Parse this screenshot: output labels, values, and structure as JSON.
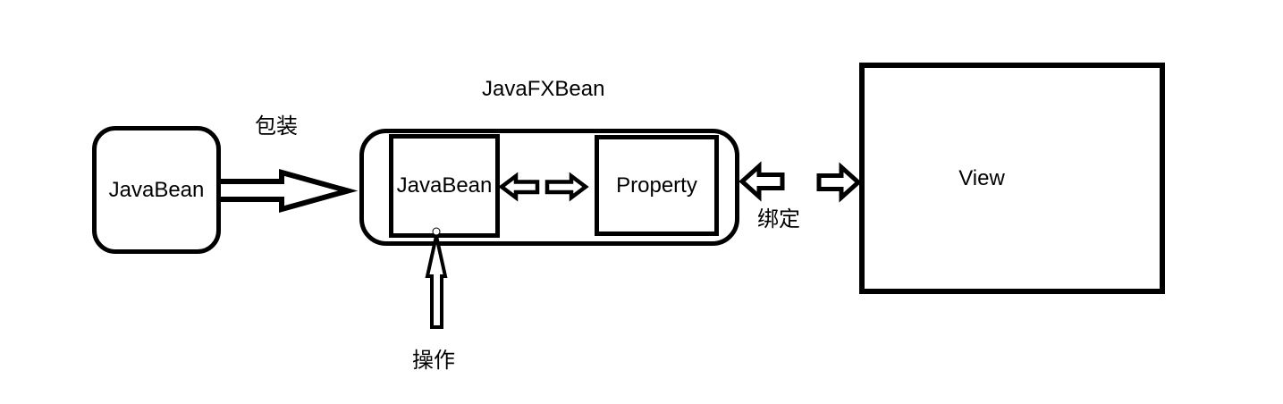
{
  "diagram": {
    "background": "#ffffff",
    "stroke_color": "#000000",
    "text_color": "#000000",
    "nodes": {
      "javabean_source": {
        "label": "JavaBean",
        "shape": "rounded-rect"
      },
      "javafxbean": {
        "title": "JavaFXBean",
        "shape": "rounded-rect-container"
      },
      "javabean_wrapped": {
        "label": "JavaBean",
        "shape": "rect"
      },
      "property": {
        "label": "Property",
        "shape": "rect"
      },
      "view": {
        "label": "View",
        "shape": "rect"
      }
    },
    "edges": {
      "wrap": {
        "label": "包装",
        "direction": "right",
        "from": "javabean_source",
        "to": "javafxbean"
      },
      "sync_left": {
        "direction": "left",
        "from": "property",
        "to": "javabean_wrapped"
      },
      "sync_right": {
        "direction": "right",
        "from": "javabean_wrapped",
        "to": "property"
      },
      "bind_left": {
        "direction": "left",
        "from": "view",
        "to": "javafxbean"
      },
      "bind_right": {
        "direction": "right",
        "from": "javafxbean",
        "to": "view"
      },
      "bind": {
        "label": "绑定"
      },
      "operate": {
        "label": "操作",
        "direction": "up",
        "to": "javabean_wrapped"
      }
    }
  }
}
